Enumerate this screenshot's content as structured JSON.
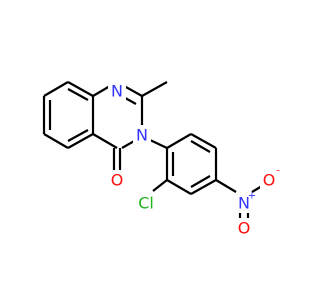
{
  "colors": {
    "bond": "#000000",
    "carbon": "#000000",
    "nitrogen": "#3333ff",
    "oxygen": "#ff0d0d",
    "chlorine": "#1fb31f"
  },
  "atoms": {
    "n1": {
      "symbol": "N"
    },
    "n3": {
      "symbol": "N"
    },
    "o_carbonyl": {
      "symbol": "O"
    },
    "cl": {
      "symbol": "Cl"
    },
    "n_nitro": {
      "symbol": "N",
      "charge": "+"
    },
    "o_nitro_right": {
      "symbol": "O",
      "charge": "-"
    },
    "o_nitro_down": {
      "symbol": "O"
    }
  }
}
